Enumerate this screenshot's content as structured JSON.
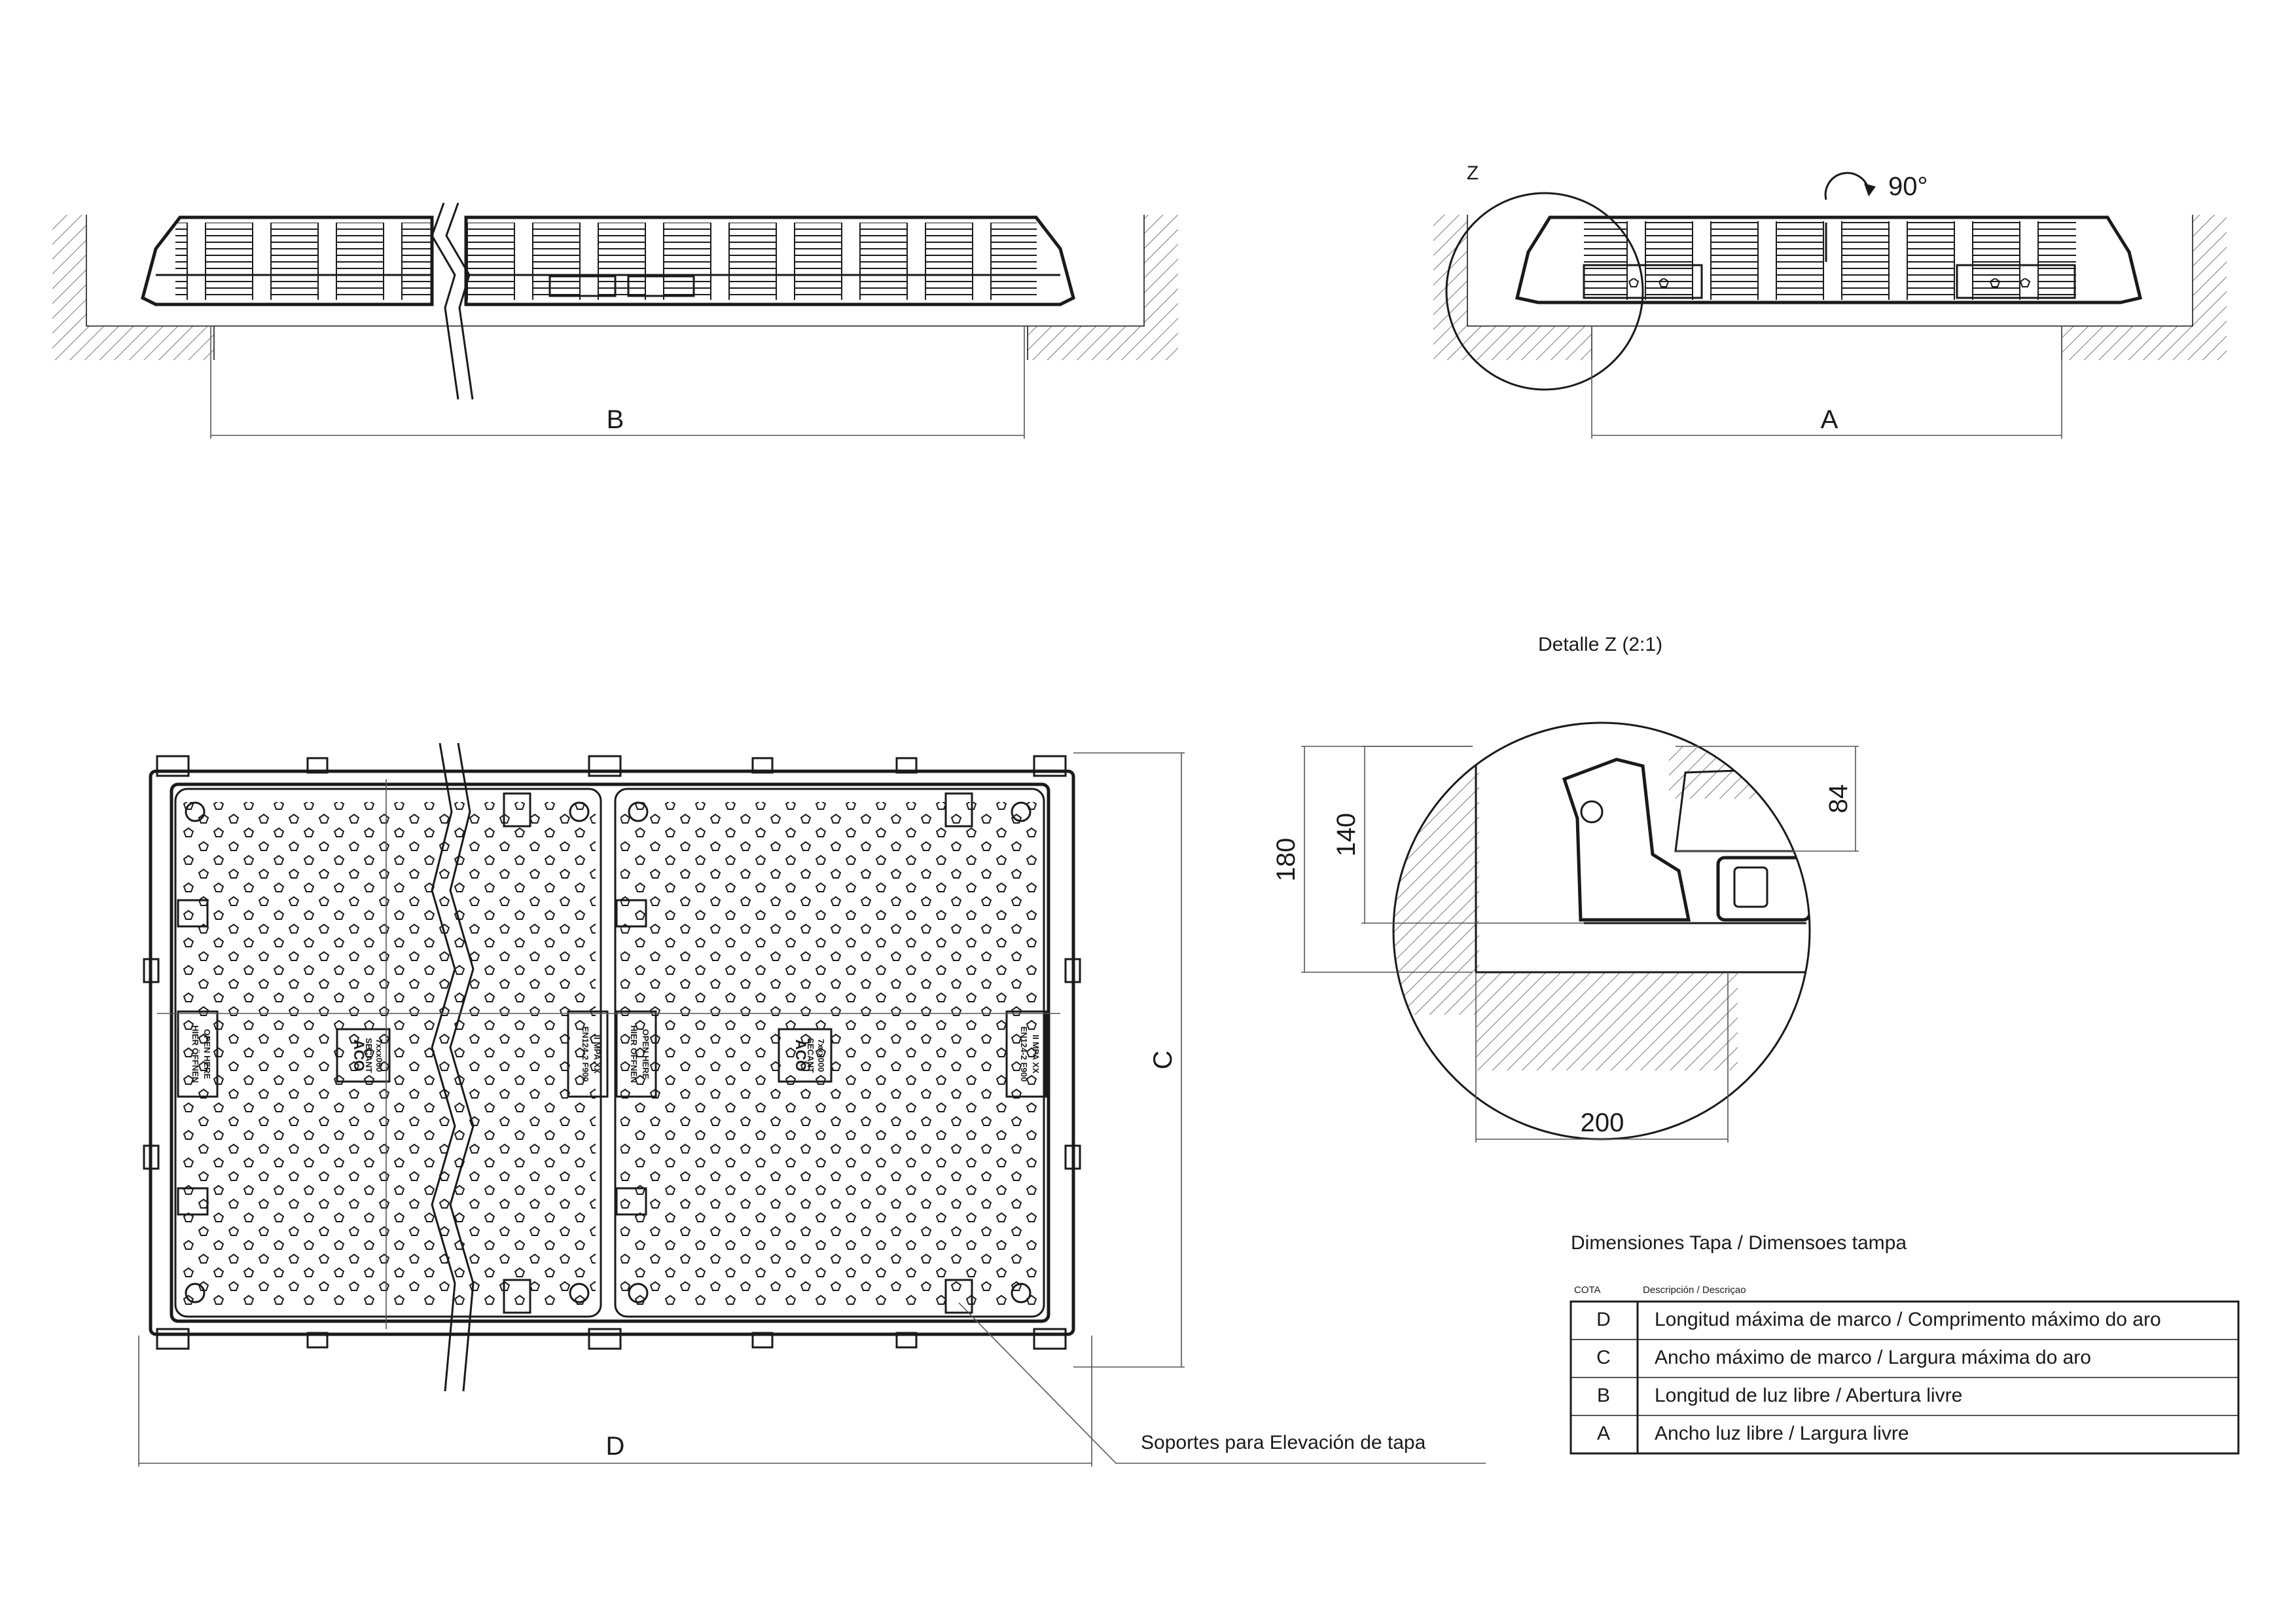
{
  "top_left_view": {
    "dim_label": "B"
  },
  "top_right_view": {
    "dim_label": "A",
    "detail_marker": "Z",
    "rotation_label": "90°"
  },
  "plan_view": {
    "dim_width_label": "D",
    "dim_height_label": "C",
    "callout": "Soportes para Elevación de tapa",
    "panel_texts": {
      "open_here": [
        "HIER ÖFFNEN",
        "OPEN HERE"
      ],
      "norm": [
        "EN124-2 F900",
        "II MPA XX"
      ],
      "brand": [
        "ACO",
        "SECANT",
        "7xxx000"
      ]
    }
  },
  "detail": {
    "title": "Detalle Z (2:1)",
    "dims": {
      "d180": "180",
      "d140": "140",
      "d84": "84",
      "d200": "200"
    }
  },
  "table": {
    "title": "Dimensiones Tapa / Dimensoes tampa",
    "col_cota": "COTA",
    "col_desc": "Descripción / Descriçao",
    "rows": [
      {
        "cota": "D",
        "desc": "Longitud máxima de marco / Comprimento máximo do aro"
      },
      {
        "cota": "C",
        "desc": "Ancho máximo de marco / Largura máxima do aro"
      },
      {
        "cota": "B",
        "desc": "Longitud de luz libre / Abertura livre"
      },
      {
        "cota": "A",
        "desc": "Ancho luz libre / Largura livre"
      }
    ]
  }
}
